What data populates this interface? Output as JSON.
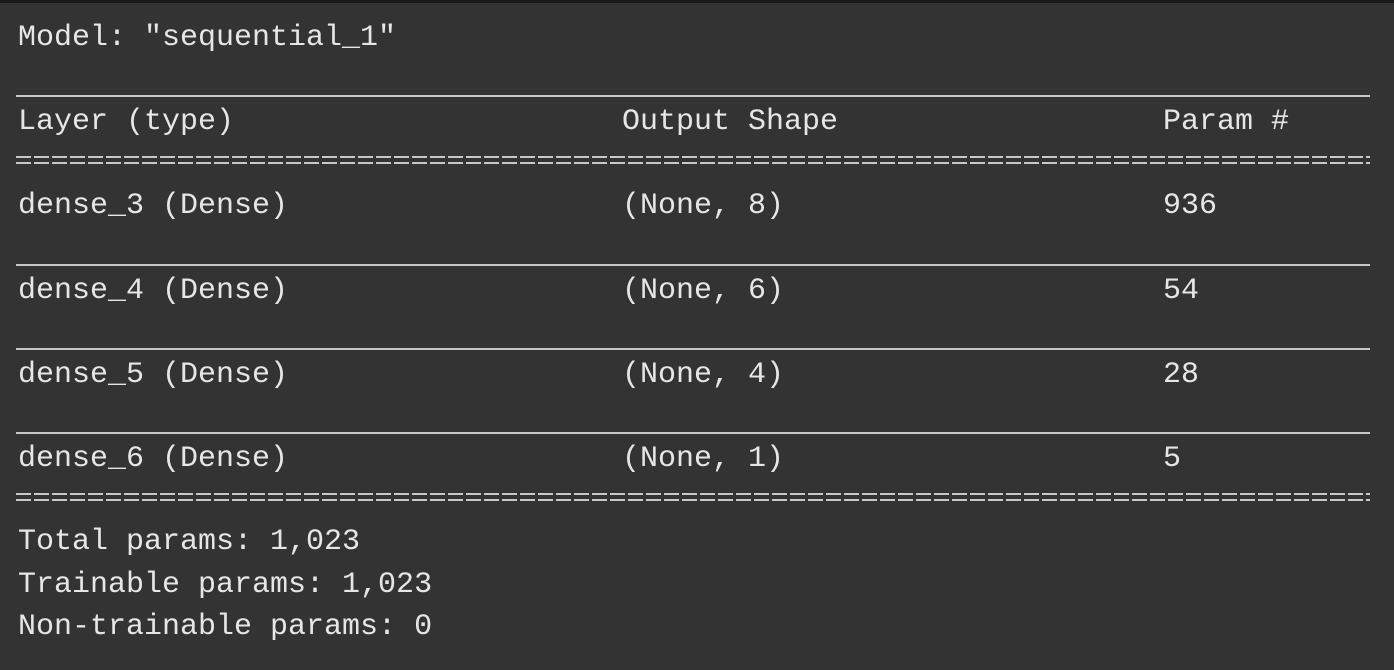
{
  "title": "Model: \"sequential_1\"",
  "header": {
    "layer": "Layer (type)",
    "output_shape": "Output Shape",
    "params": "Param #"
  },
  "rows": [
    {
      "layer": "dense_3 (Dense)",
      "output_shape": "(None, 8)",
      "params": "936"
    },
    {
      "layer": "dense_4 (Dense)",
      "output_shape": "(None, 6)",
      "params": "54"
    },
    {
      "layer": "dense_5 (Dense)",
      "output_shape": "(None, 4)",
      "params": "28"
    },
    {
      "layer": "dense_6 (Dense)",
      "output_shape": "(None, 1)",
      "params": "5"
    }
  ],
  "summary": {
    "total": "Total params: 1,023",
    "trainable": "Trainable params: 1,023",
    "non_trainable": "Non-trainable params: 0"
  }
}
